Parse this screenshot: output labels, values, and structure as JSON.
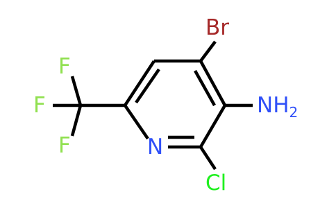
{
  "molecule": {
    "colors": {
      "bond": "#000000",
      "carbon_label": "#000000",
      "nitrogen": "#3050F8",
      "chlorine": "#1FF01F",
      "bromine": "#A62929",
      "fluorine": "#90E050"
    },
    "atoms": {
      "br": {
        "symbol": "Br"
      },
      "nh2": {
        "symbol": "NH",
        "subscript": "2"
      },
      "n_ring": {
        "symbol": "N"
      },
      "cl": {
        "symbol": "Cl"
      },
      "f_top": {
        "symbol": "F"
      },
      "f_middle": {
        "symbol": "F"
      },
      "f_bottom": {
        "symbol": "F"
      }
    }
  }
}
